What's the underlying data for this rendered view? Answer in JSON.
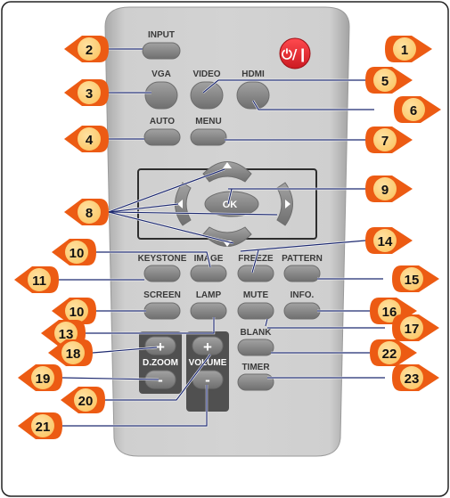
{
  "remote": {
    "buttons": {
      "power": "⏻/❙",
      "input": "INPUT",
      "vga": "VGA",
      "video": "VIDEO",
      "hdmi": "HDMI",
      "auto": "AUTO",
      "menu": "MENU",
      "ok": "OK",
      "keystone": "KEYSTONE",
      "image": "IMAGE",
      "freeze": "FREEZE",
      "pattern": "PATTERN",
      "screen": "SCREEN",
      "lamp": "LAMP",
      "mute": "MUTE",
      "info": "INFO.",
      "blank": "BLANK",
      "dzoom": "D.ZOOM",
      "volume": "VOLUME",
      "timer": "TIMER",
      "plus": "+",
      "minus": "-"
    }
  },
  "callouts": {
    "c1": "1",
    "c2": "2",
    "c3": "3",
    "c4": "4",
    "c5": "5",
    "c6": "6",
    "c7": "7",
    "c8": "8",
    "c9": "9",
    "c10a": "10",
    "c10b": "10",
    "c11": "11",
    "c13": "13",
    "c14": "14",
    "c15": "15",
    "c16": "16",
    "c17": "17",
    "c18": "18",
    "c19": "19",
    "c20": "20",
    "c21": "21",
    "c22": "22",
    "c23": "23"
  },
  "colors": {
    "badge_orange": "#ec5b13",
    "leader_navy": "#1e2a70",
    "power_red": "#e8262d",
    "remote_body": "#c6c6c6",
    "dark_panel": "#505050"
  }
}
